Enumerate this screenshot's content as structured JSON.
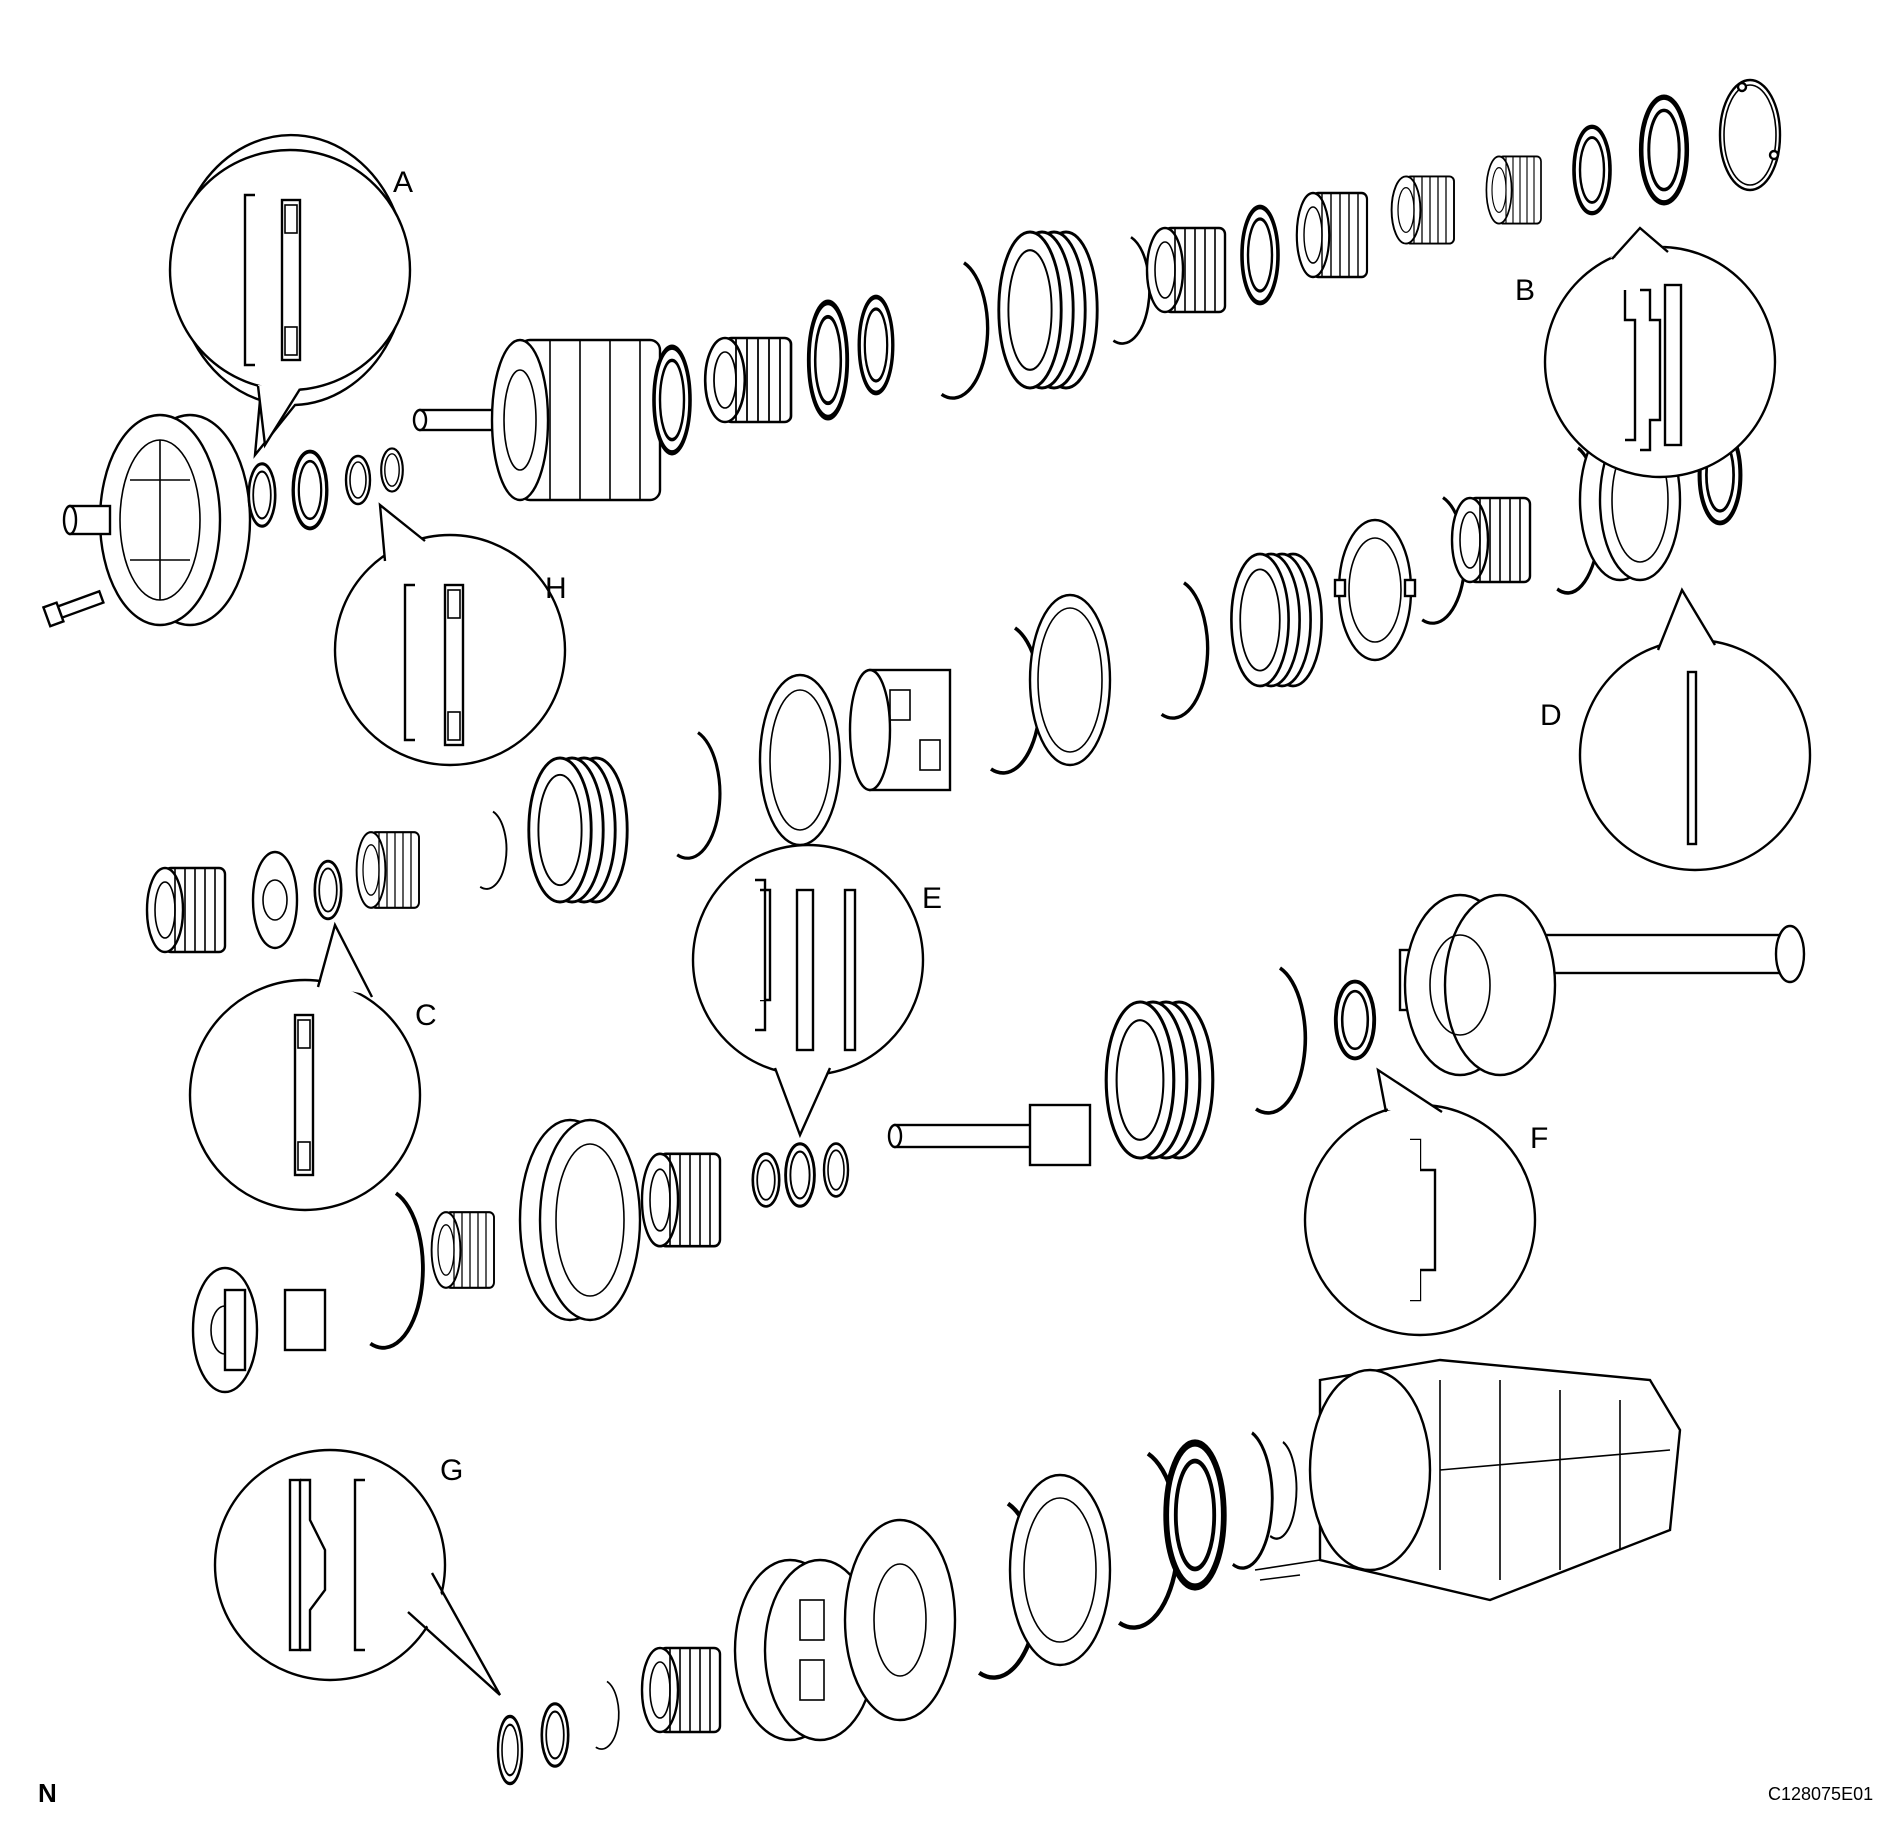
{
  "callouts": [
    {
      "id": "A",
      "label": "A"
    },
    {
      "id": "B",
      "label": "B"
    },
    {
      "id": "C",
      "label": "C"
    },
    {
      "id": "D",
      "label": "D"
    },
    {
      "id": "E",
      "label": "E"
    },
    {
      "id": "F",
      "label": "F"
    },
    {
      "id": "G",
      "label": "G"
    },
    {
      "id": "H",
      "label": "H"
    }
  ],
  "footer": {
    "orientation_mark": "N",
    "figure_code": "C128075E01"
  }
}
